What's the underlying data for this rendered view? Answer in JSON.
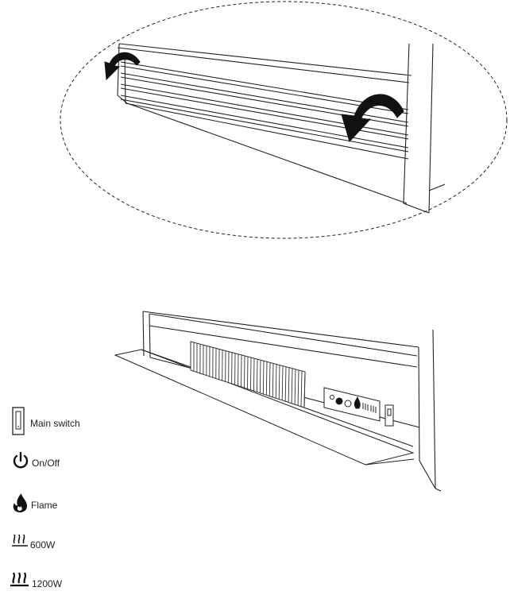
{
  "legend": {
    "main_switch": "Main switch",
    "on_off": "On/Off",
    "flame": "Flame",
    "low_heat": "600W",
    "high_heat": "1200W"
  },
  "icons": {
    "main_switch": "rocker-switch-icon",
    "on_off": "power-icon",
    "flame": "flame-icon",
    "low_heat": "heat-waves-low-icon",
    "high_heat": "heat-waves-high-icon"
  },
  "colors": {
    "line": "#1a1a1a",
    "background": "#ffffff"
  }
}
